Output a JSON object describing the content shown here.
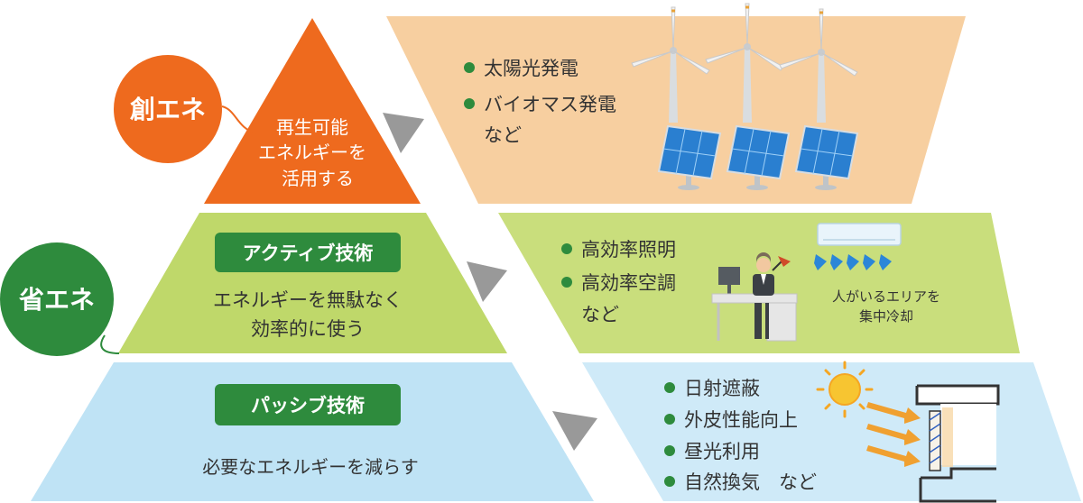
{
  "badges": {
    "sou": "創エネ",
    "sho": "省エネ"
  },
  "top_tier": {
    "lines": [
      "再生可能",
      "エネルギーを",
      "活用する"
    ]
  },
  "middle_tier": {
    "tag": "アクティブ技術",
    "lines": [
      "エネルギーを無駄なく",
      "効率的に使う"
    ]
  },
  "bottom_tier": {
    "tag": "パッシブ技術",
    "lines": [
      "必要なエネルギーを減らす"
    ]
  },
  "panel_top": {
    "items": [
      "太陽光発電",
      "バイオマス発電"
    ],
    "suffix": "など"
  },
  "panel_middle": {
    "items": [
      "高効率照明",
      "高効率空調"
    ],
    "suffix": "など",
    "caption": [
      "人がいるエリアを",
      "集中冷却"
    ]
  },
  "panel_bottom": {
    "items": [
      "日射遮蔽",
      "外皮性能向上",
      "昼光利用",
      "自然換気　など"
    ]
  },
  "colors": {
    "orange": "#EE6A1E",
    "green_light": "#BFD86A",
    "green_dark": "#2E8B3D",
    "blue_light": "#BFE3F5",
    "peach": "#F7CFA0",
    "arrow_gray": "#9A9A9A"
  },
  "icons": [
    "wind-turbine-icon",
    "solar-panel-icon",
    "office-worker-icon",
    "air-conditioner-icon",
    "sun-icon",
    "building-section-icon"
  ]
}
